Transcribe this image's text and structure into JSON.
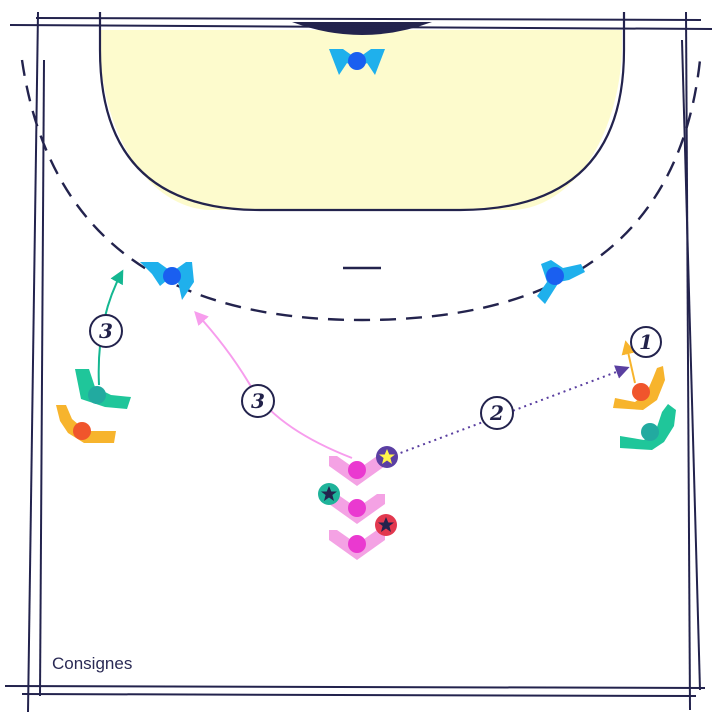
{
  "footer": {
    "label": "Consignes"
  },
  "steps": {
    "one": "1",
    "two": "2",
    "three_left": "3",
    "three_center": "3"
  },
  "colors": {
    "line": "#23234d",
    "goal_area": "#fdfbcd",
    "defender": "#1fb0ec",
    "attacker_orange": "#f7b42d",
    "attacker_green": "#1fc69a",
    "center_pink": "#f4a2e4",
    "pass_arrow": "#5a3fa0",
    "run_arrow_pink": "#f79ded",
    "run_arrow_green": "#14b791"
  },
  "icons": [
    "star-icon",
    "arrow-icon"
  ]
}
